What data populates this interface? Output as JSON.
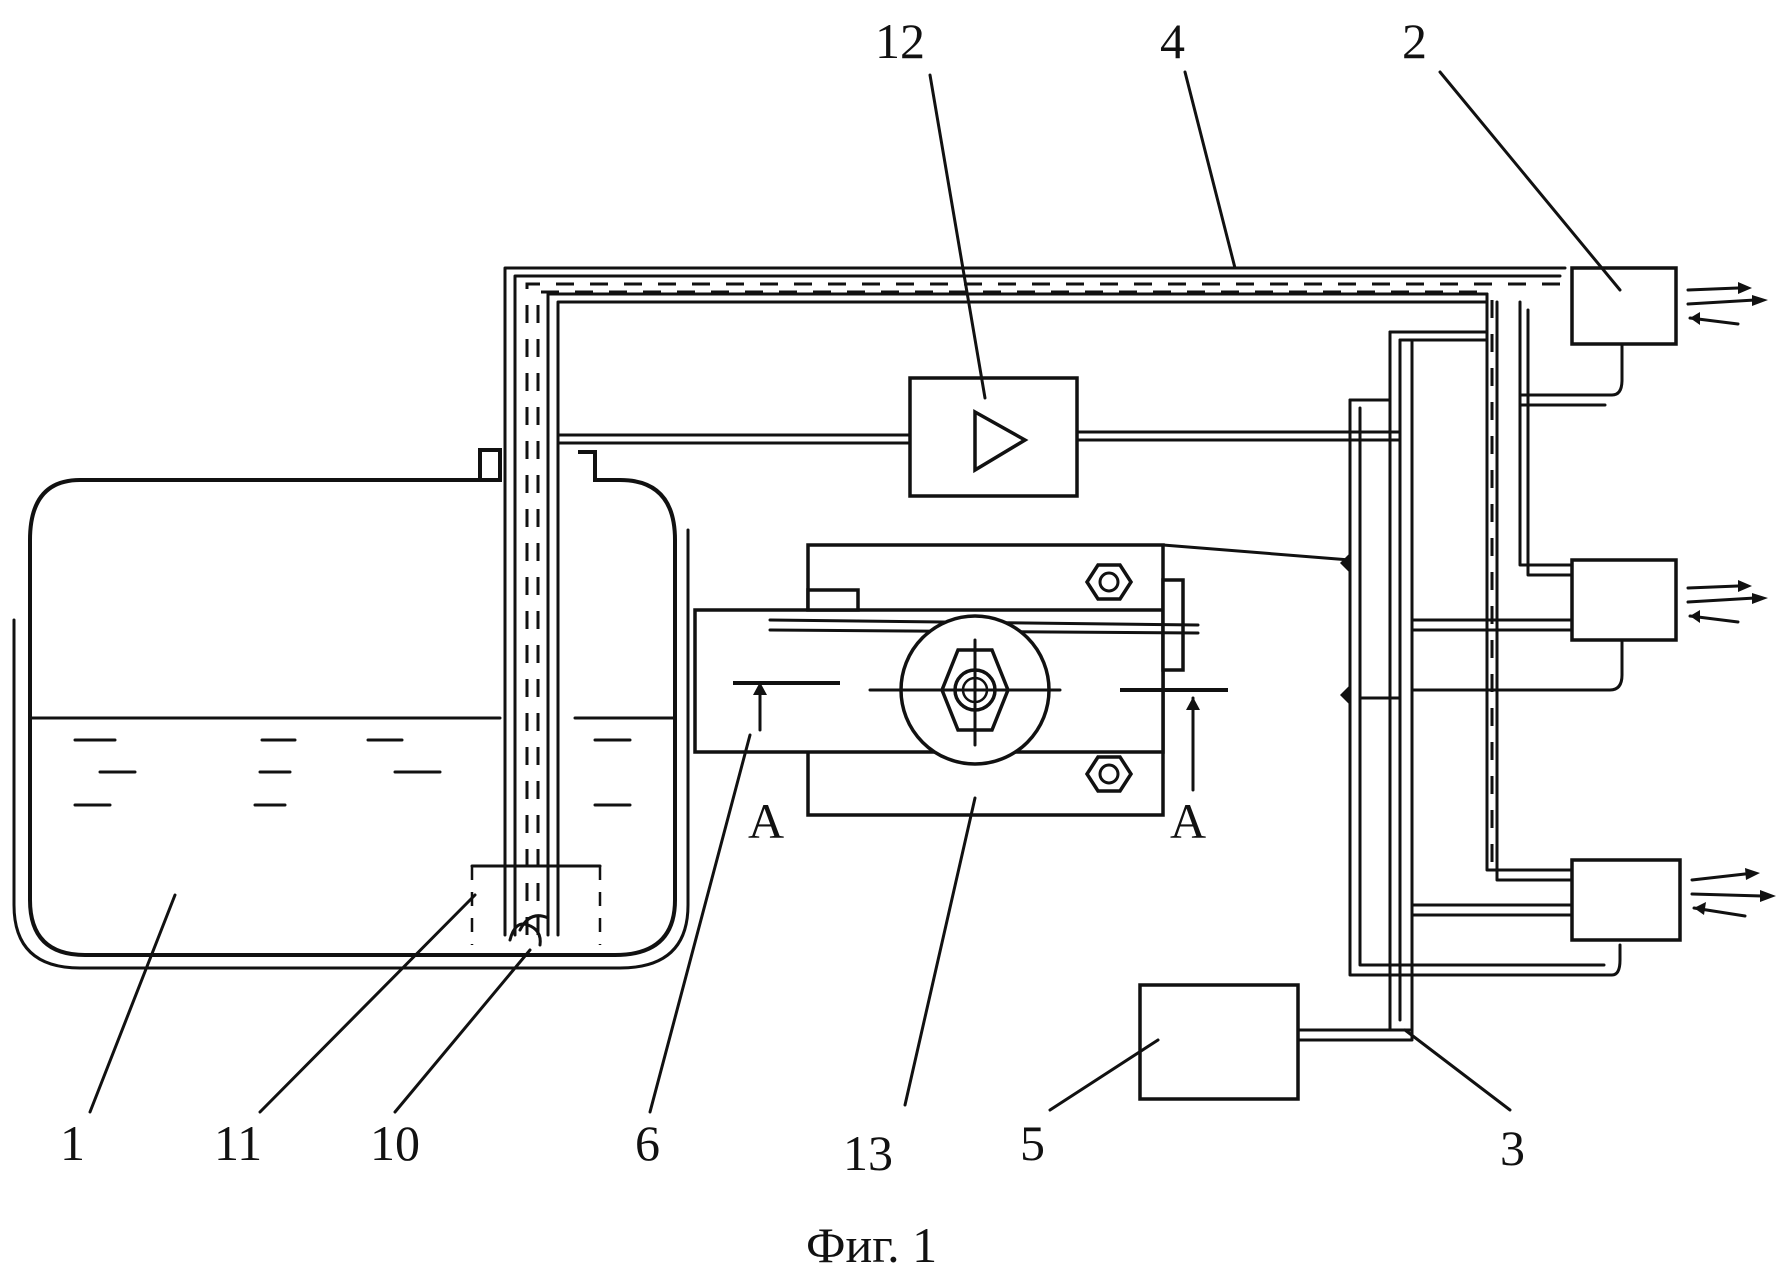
{
  "labels": {
    "l1": "1",
    "l2": "2",
    "l3": "3",
    "l4": "4",
    "l5": "5",
    "l6": "6",
    "l10": "10",
    "l11": "11",
    "l12": "12",
    "l13": "13",
    "sectionA_left": "A",
    "sectionA_right": "A"
  },
  "caption": "Фиг. 1",
  "colors": {
    "ink": "#111111",
    "paper": "#ffffff"
  }
}
